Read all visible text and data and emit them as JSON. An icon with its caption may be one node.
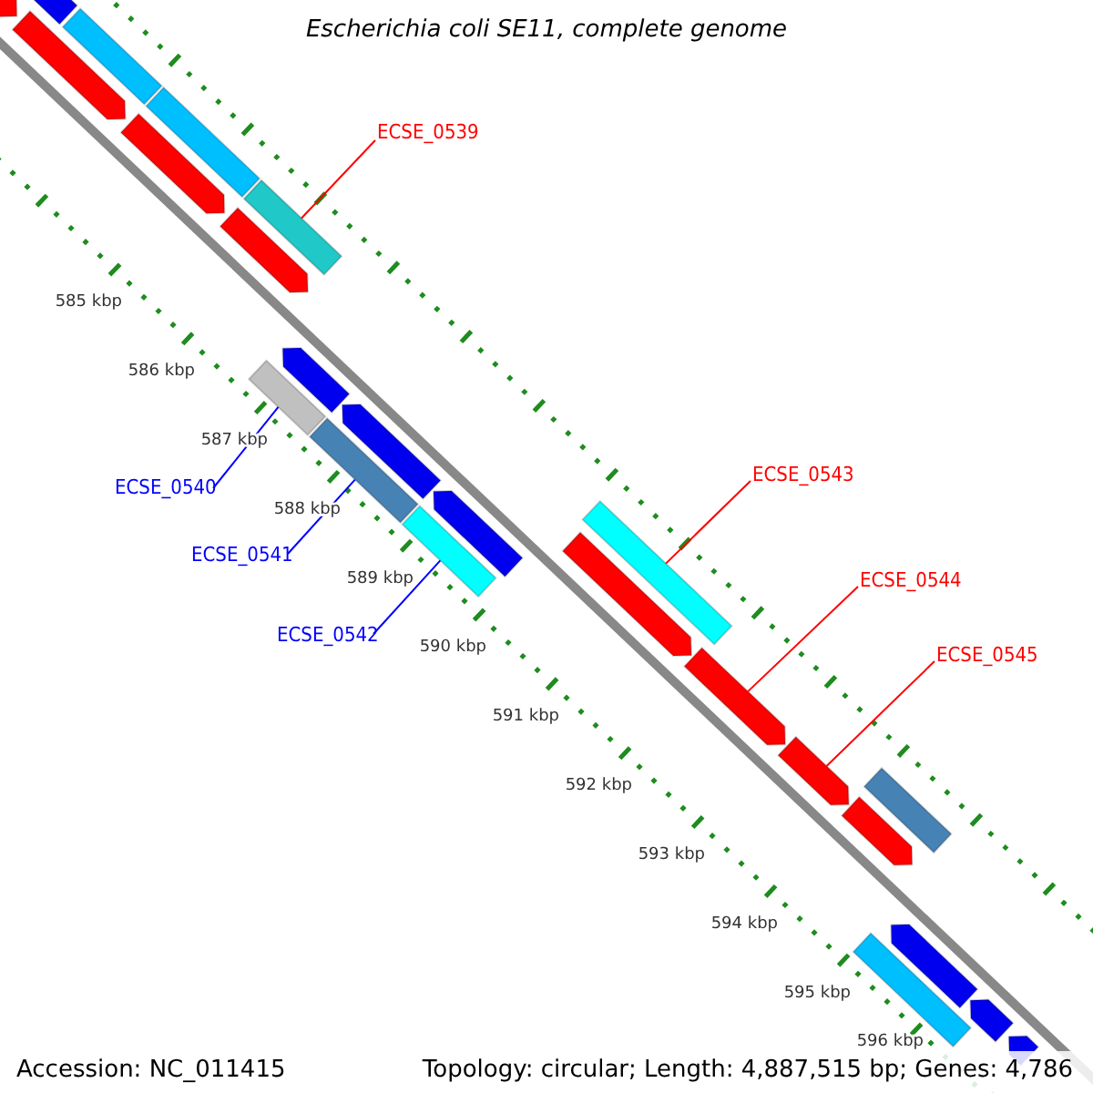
{
  "diagram": {
    "title": "Escherichia coli SE11, complete genome",
    "nodes": [
      {
        "text": [
          "ECSE_0539"
        ]
      },
      {
        "text": [
          "ECSE_0540"
        ]
      },
      {
        "text": [
          "ECSE_0541"
        ]
      },
      {
        "text": [
          "ECSE_0542"
        ]
      },
      {
        "text": [
          "ECSE_0543"
        ]
      },
      {
        "text": [
          "ECSE_0544"
        ]
      },
      {
        "text": [
          "ECSE_0545"
        ]
      },
      {
        "text": [],
        "shape": "bar"
      },
      {
        "text": [],
        "shape": "arrow"
      },
      {
        "text": [],
        "shape": "arrow"
      },
      {
        "text": [],
        "shape": "bar"
      },
      {
        "text": [],
        "shape": "bar"
      },
      {
        "text": [],
        "shape": "arrow"
      },
      {
        "text": [],
        "shape": "bar"
      },
      {
        "text": [],
        "shape": "arrow"
      },
      {
        "text": [],
        "shape": "bar"
      },
      {
        "text": [],
        "shape": "arrow"
      },
      {
        "text": [],
        "shape": "bar"
      },
      {
        "text": [],
        "shape": "arrow"
      },
      {
        "text": [],
        "shape": "bar"
      },
      {
        "text": [],
        "shape": "arrow"
      },
      {
        "text": [],
        "shape": "bar"
      },
      {
        "text": [],
        "shape": "arrow"
      },
      {
        "text": [],
        "shape": "arrow"
      },
      {
        "text": [],
        "shape": "arrow"
      },
      {
        "text": [],
        "shape": "bar"
      },
      {
        "text": [],
        "shape": "arrow"
      },
      {
        "text": [],
        "shape": "bar"
      },
      {
        "text": [],
        "shape": "arrow"
      },
      {
        "text": [],
        "shape": "arrow"
      },
      {
        "text": [],
        "shape": "arrow"
      }
    ],
    "edges": [
      {
        "from": 0,
        "to": 13,
        "arrow": "none"
      },
      {
        "from": 1,
        "to": 15,
        "arrow": "none",
        "color": "#0000ff"
      },
      {
        "from": 2,
        "to": 17,
        "arrow": "none",
        "color": "#0000ff"
      },
      {
        "from": 3,
        "to": 19,
        "arrow": "none",
        "color": "#0000ff"
      },
      {
        "from": 4,
        "to": 21,
        "arrow": "none"
      },
      {
        "from": 5,
        "to": 23,
        "arrow": "none"
      },
      {
        "from": 6,
        "to": 24,
        "arrow": "none"
      }
    ],
    "labels": [
      "585 kbp",
      "586 kbp",
      "587 kbp",
      "588 kbp",
      "589 kbp",
      "590 kbp",
      "591 kbp",
      "592 kbp",
      "593 kbp",
      "594 kbp",
      "595 kbp",
      "596 kbp",
      "Accession: NC_011415",
      "Topology: circular; Length: 4,887,515 bp; Genes: 4,786"
    ]
  }
}
